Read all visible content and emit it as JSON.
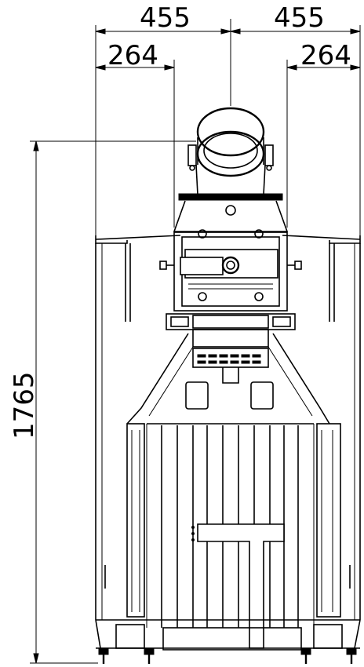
{
  "drawing": {
    "dimensions": {
      "top_left_outer": "455",
      "top_right_outer": "455",
      "top_left_inner": "264",
      "top_right_inner": "264",
      "height": "1765"
    }
  }
}
